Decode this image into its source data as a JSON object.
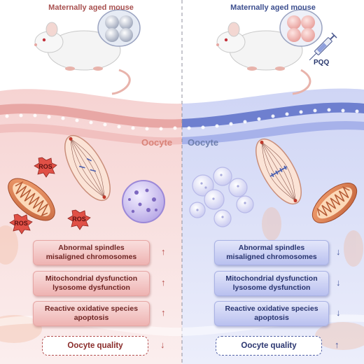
{
  "left_panel": {
    "title": "Maternally aged mouse",
    "cell_label": "Oocyte",
    "ros_labels": [
      "ROS",
      "ROS",
      "ROS"
    ],
    "findings": [
      {
        "line1": "Abnormal spindles",
        "line2": "misaligned chromosomes",
        "trend": "↑"
      },
      {
        "line1": "Mitochondrial dysfunction",
        "line2": "lysosome dysfunction",
        "trend": "↑"
      },
      {
        "line1": "Reactive oxidative species",
        "line2": "apoptosis",
        "trend": "↑"
      }
    ],
    "quality_label": "Oocyte quality",
    "quality_trend": "↓"
  },
  "right_panel": {
    "title": "Maternally aged mouse",
    "cell_label": "Oocyte",
    "treatment_label": "PQQ",
    "findings": [
      {
        "line1": "Abnormal spindles",
        "line2": "misaligned chromosomes",
        "trend": "↓"
      },
      {
        "line1": "Mitochondrial dysfunction",
        "line2": "lysosome dysfunction",
        "trend": "↓"
      },
      {
        "line1": "Reactive oxidative species",
        "line2": "apoptosis",
        "trend": "↓"
      }
    ],
    "quality_label": "Oocyte quality",
    "quality_trend": "↑"
  },
  "colors": {
    "left_accent": "#e9a3a2",
    "right_accent": "#a8b3ea",
    "left_text": "#6e2624",
    "right_text": "#28346e"
  },
  "icons": [
    "mouse-icon",
    "oocyte-cluster-icon",
    "syringe-icon",
    "mitochondrion-icon",
    "spindle-icon",
    "lysosome-icon",
    "ros-burst-icon"
  ]
}
